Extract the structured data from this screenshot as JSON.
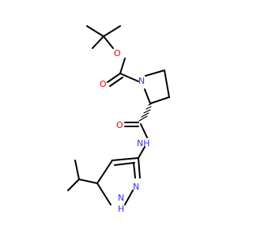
{
  "molecule": {
    "colors": {
      "carbon_bond": "#000000",
      "nitrogen": "#3333ff",
      "oxygen": "#ff0000",
      "background": "#ffffff"
    },
    "atom_labels": {
      "ester_oxygen": "O",
      "carbonyl_oxygen_boc": "O",
      "azetidine_nitrogen": "N",
      "carbonyl_oxygen_amide": "O",
      "amide_nh": "NH",
      "pyrazole_n": "N",
      "pyrazole_nh": "N",
      "pyrazole_nh_h": "H"
    }
  }
}
